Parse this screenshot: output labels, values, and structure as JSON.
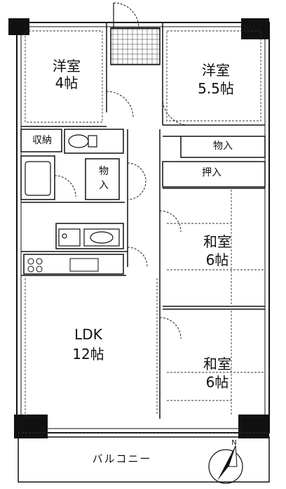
{
  "rooms": {
    "western_4": {
      "name": "洋室",
      "size": "4帖"
    },
    "western_55": {
      "name": "洋室",
      "size": "5.5帖"
    },
    "japanese_upper": {
      "name": "和室",
      "size": "6帖"
    },
    "japanese_lower": {
      "name": "和室",
      "size": "6帖"
    },
    "ldk": {
      "name": "LDK",
      "size": "12帖"
    }
  },
  "storage": {
    "closet": "収納",
    "mono_right": "物入",
    "oshiire": "押入",
    "mono_center_1": "物",
    "mono_center_2": "入"
  },
  "balcony": "バルコニー",
  "compass": "N"
}
